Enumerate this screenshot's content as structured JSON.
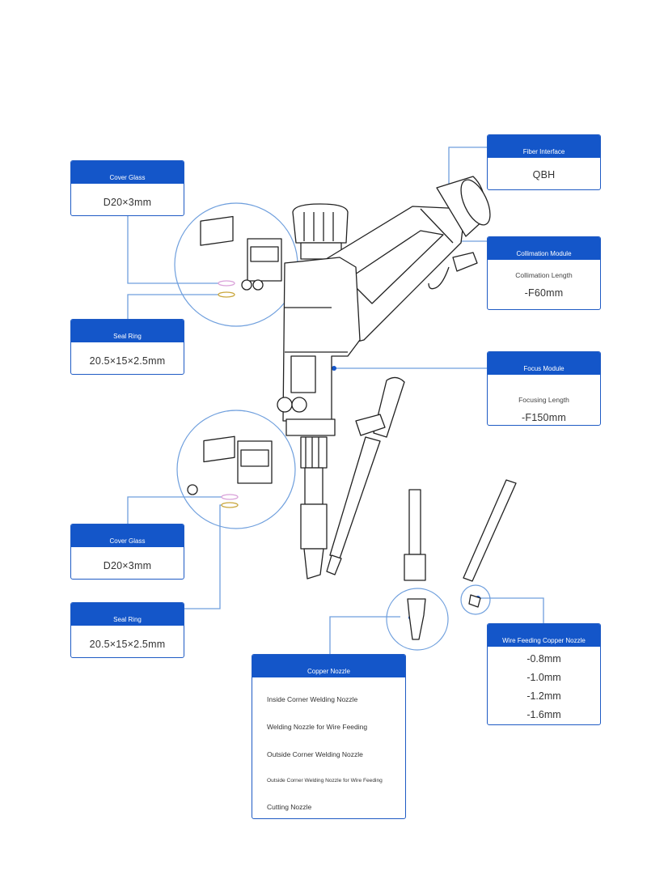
{
  "colors": {
    "accent": "#1456c9",
    "line": "#6f9fdd",
    "drawing": "#222222"
  },
  "callouts": {
    "fiber_interface": {
      "title": "Fiber Interface",
      "value": "QBH"
    },
    "cover_glass_top": {
      "title": "Cover Glass",
      "value": "D20×3mm"
    },
    "seal_ring_top": {
      "title": "Seal Ring",
      "value": "20.5×15×2.5mm"
    },
    "collimation_module": {
      "title": "Collimation Module",
      "label": "Collimation Length",
      "value": "-F60mm"
    },
    "focus_module": {
      "title": "Focus Module",
      "label": "Focusing Length",
      "value": "-F150mm"
    },
    "cover_glass_bottom": {
      "title": "Cover Glass",
      "value": "D20×3mm"
    },
    "seal_ring_bottom": {
      "title": "Seal Ring",
      "value": "20.5×15×2.5mm"
    },
    "copper_nozzle": {
      "title": "Copper Nozzle",
      "items": [
        "Inside Corner Welding Nozzle",
        "Welding Nozzle for Wire Feeding",
        "Outside Corner Welding Nozzle",
        "Outside Corner Welding Nozzle for Wire Feeding",
        "Cutting Nozzle"
      ]
    },
    "wire_feeding_nozzle": {
      "title": "Wire Feeding Copper Nozzle",
      "items": [
        "-0.8mm",
        "-1.0mm",
        "-1.2mm",
        "-1.6mm"
      ]
    }
  }
}
